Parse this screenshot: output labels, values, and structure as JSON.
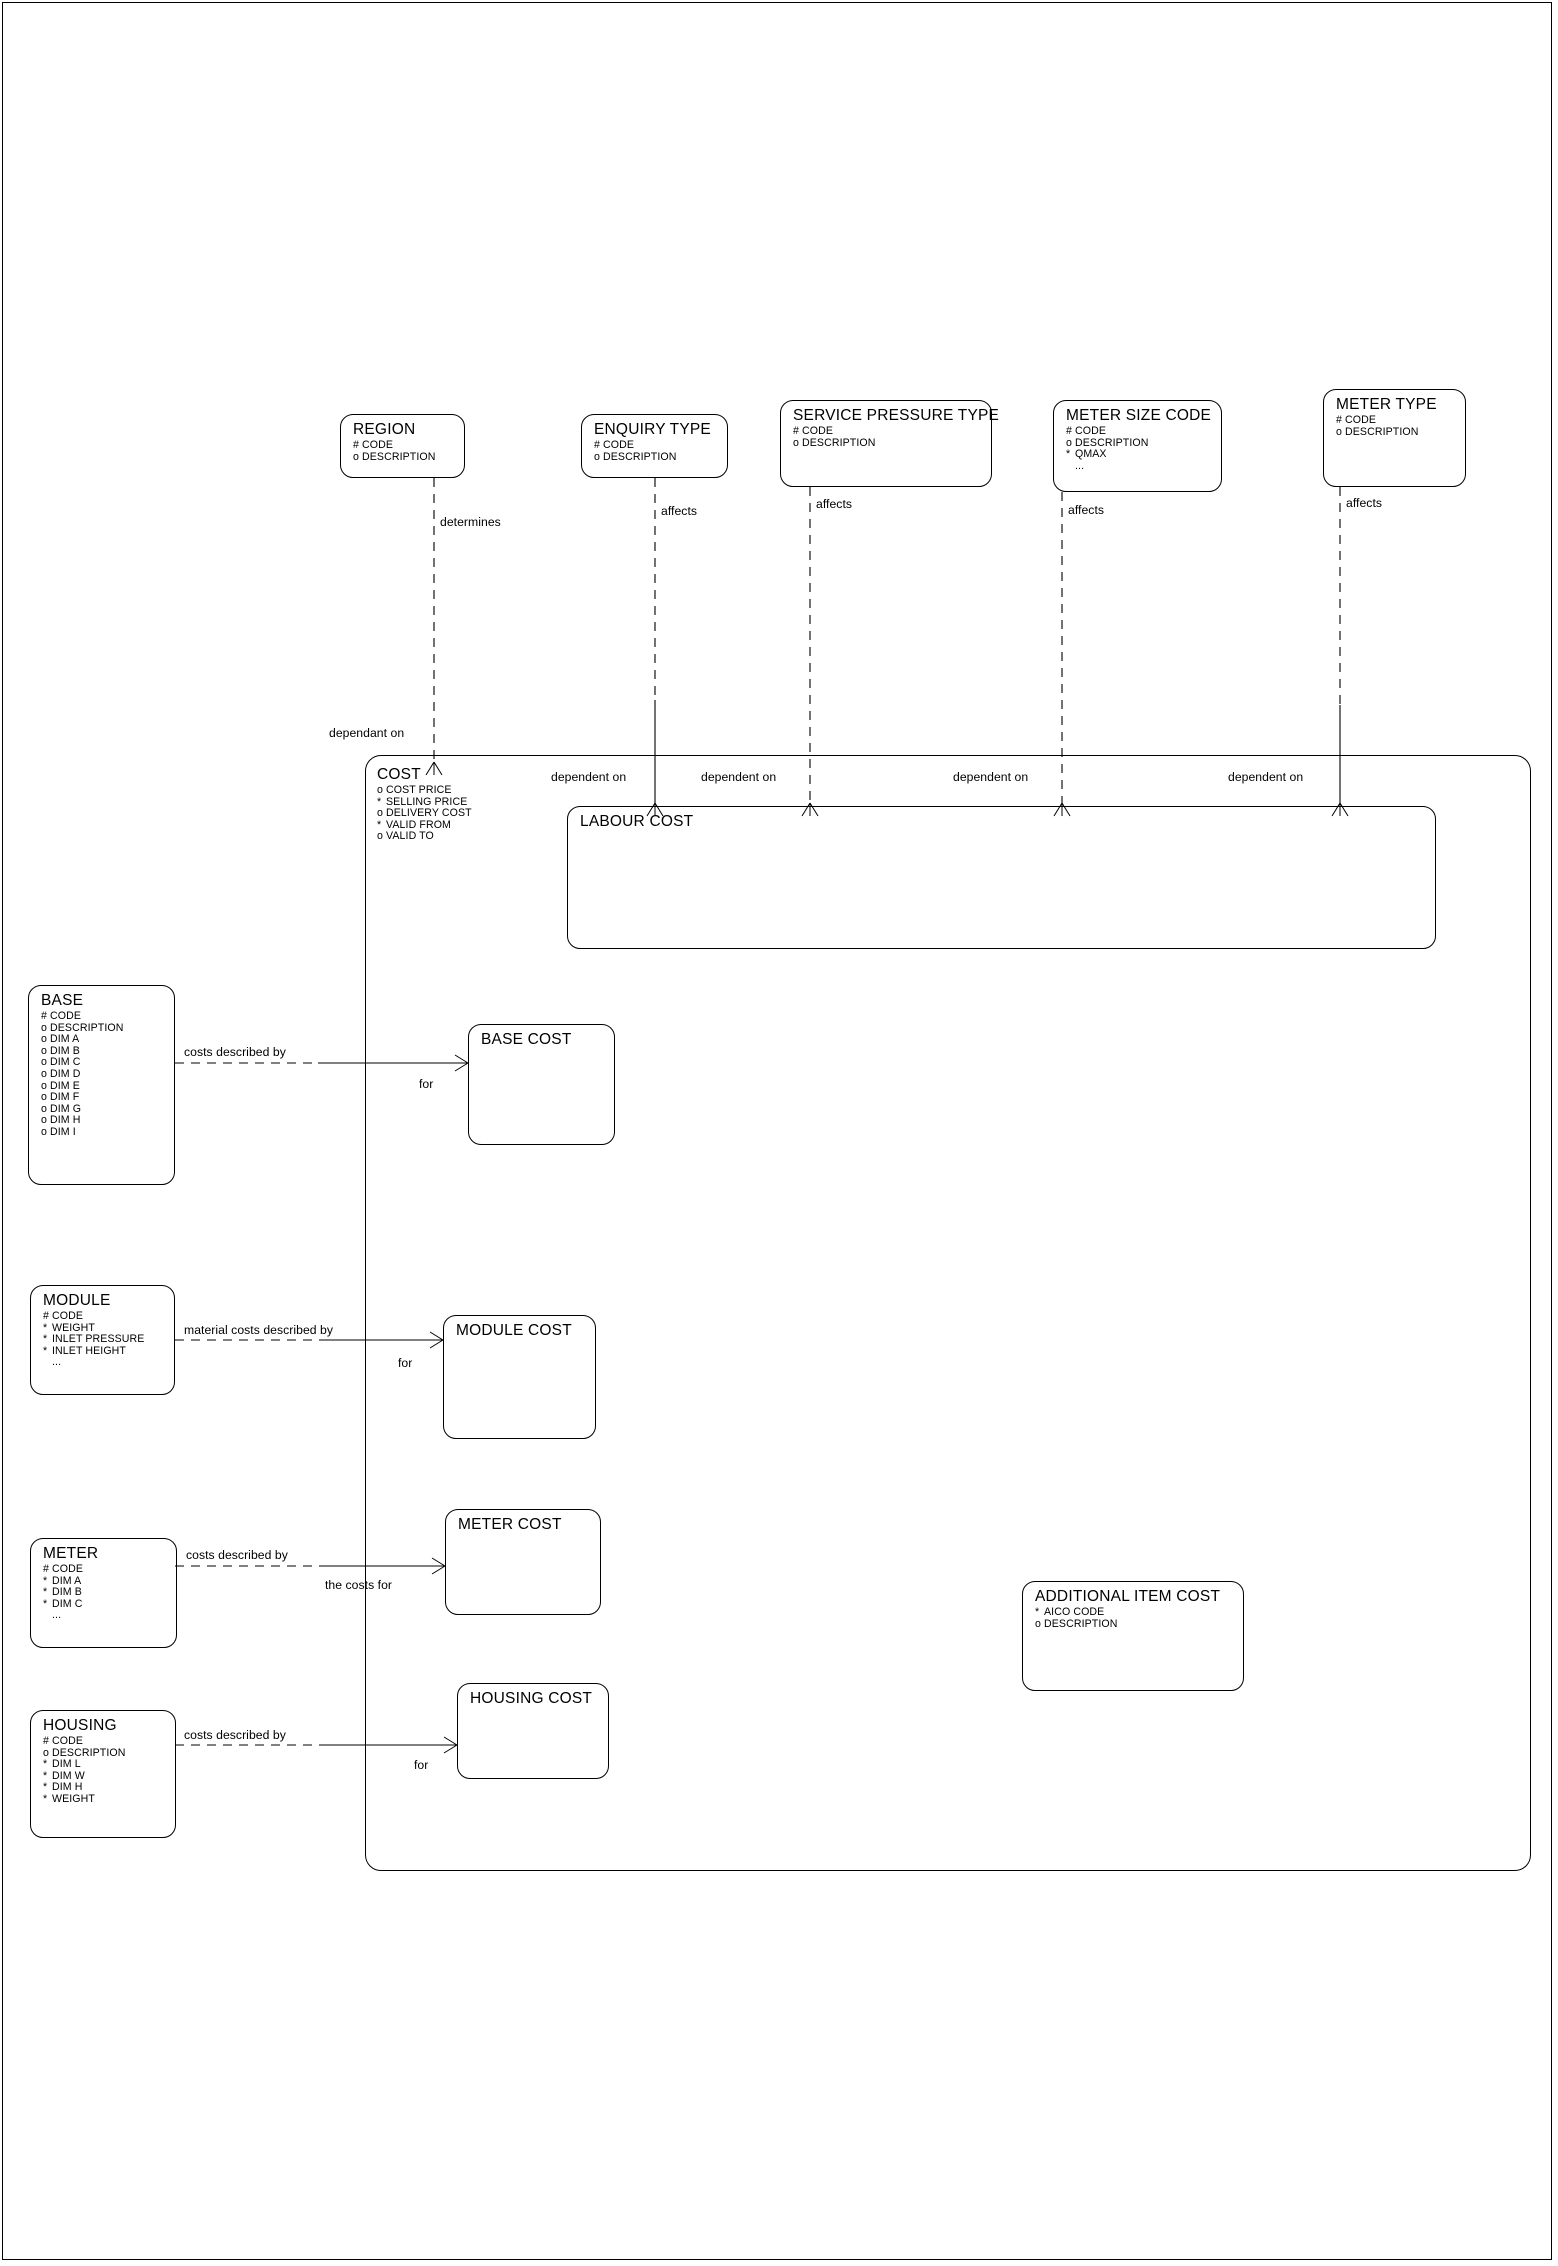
{
  "diagram": {
    "type": "entity-relationship-diagram",
    "notation": "barker",
    "background_color": "#ffffff",
    "line_color": "#000000"
  },
  "entities": [
    {
      "id": "region",
      "name": "REGION",
      "attributes": [
        {
          "mark": "#",
          "label": "CODE"
        },
        {
          "mark": "o",
          "label": "DESCRIPTION"
        }
      ]
    },
    {
      "id": "enquiry-type",
      "name": "ENQUIRY TYPE",
      "attributes": [
        {
          "mark": "#",
          "label": "CODE"
        },
        {
          "mark": "o",
          "label": "DESCRIPTION"
        }
      ]
    },
    {
      "id": "service-pressure-type",
      "name": "SERVICE PRESSURE TYPE",
      "attributes": [
        {
          "mark": "#",
          "label": "CODE"
        },
        {
          "mark": "o",
          "label": "DESCRIPTION"
        }
      ]
    },
    {
      "id": "meter-size-code",
      "name": "METER SIZE CODE",
      "attributes": [
        {
          "mark": "#",
          "label": "CODE"
        },
        {
          "mark": "o",
          "label": "DESCRIPTION"
        },
        {
          "mark": "*",
          "label": "QMAX"
        },
        {
          "mark": "",
          "label": "..."
        }
      ]
    },
    {
      "id": "meter-type",
      "name": "METER TYPE",
      "attributes": [
        {
          "mark": "#",
          "label": "CODE"
        },
        {
          "mark": "o",
          "label": "DESCRIPTION"
        }
      ]
    },
    {
      "id": "cost",
      "name": "COST",
      "attributes": [
        {
          "mark": "o",
          "label": "COST PRICE"
        },
        {
          "mark": "*",
          "label": "SELLING PRICE"
        },
        {
          "mark": "o",
          "label": "DELIVERY COST"
        },
        {
          "mark": "*",
          "label": "VALID FROM"
        },
        {
          "mark": "o",
          "label": "VALID TO"
        }
      ]
    },
    {
      "id": "labour-cost",
      "name": "LABOUR COST",
      "attributes": []
    },
    {
      "id": "base",
      "name": "BASE",
      "attributes": [
        {
          "mark": "#",
          "label": "CODE"
        },
        {
          "mark": "o",
          "label": "DESCRIPTION"
        },
        {
          "mark": "o",
          "label": "DIM A"
        },
        {
          "mark": "o",
          "label": "DIM B"
        },
        {
          "mark": "o",
          "label": "DIM C"
        },
        {
          "mark": "o",
          "label": "DIM D"
        },
        {
          "mark": "o",
          "label": "DIM E"
        },
        {
          "mark": "o",
          "label": "DIM F"
        },
        {
          "mark": "o",
          "label": "DIM G"
        },
        {
          "mark": "o",
          "label": "DIM H"
        },
        {
          "mark": "o",
          "label": "DIM I"
        }
      ]
    },
    {
      "id": "base-cost",
      "name": "BASE COST",
      "attributes": []
    },
    {
      "id": "module",
      "name": "MODULE",
      "attributes": [
        {
          "mark": "#",
          "label": "CODE"
        },
        {
          "mark": "*",
          "label": "WEIGHT"
        },
        {
          "mark": "*",
          "label": "INLET PRESSURE"
        },
        {
          "mark": "*",
          "label": "INLET HEIGHT"
        },
        {
          "mark": "",
          "label": "..."
        }
      ]
    },
    {
      "id": "module-cost",
      "name": "MODULE COST",
      "attributes": []
    },
    {
      "id": "meter",
      "name": "METER",
      "attributes": [
        {
          "mark": "#",
          "label": "CODE"
        },
        {
          "mark": "*",
          "label": "DIM A"
        },
        {
          "mark": "*",
          "label": "DIM B"
        },
        {
          "mark": "*",
          "label": "DIM C"
        },
        {
          "mark": "",
          "label": "..."
        }
      ]
    },
    {
      "id": "meter-cost",
      "name": "METER COST",
      "attributes": []
    },
    {
      "id": "housing",
      "name": "HOUSING",
      "attributes": [
        {
          "mark": "#",
          "label": "CODE"
        },
        {
          "mark": "o",
          "label": "DESCRIPTION"
        },
        {
          "mark": "*",
          "label": "DIM L"
        },
        {
          "mark": "*",
          "label": "DIM W"
        },
        {
          "mark": "*",
          "label": "DIM H"
        },
        {
          "mark": "*",
          "label": "WEIGHT"
        }
      ]
    },
    {
      "id": "housing-cost",
      "name": "HOUSING COST",
      "attributes": []
    },
    {
      "id": "additional-item-cost",
      "name": "ADDITIONAL ITEM COST",
      "attributes": [
        {
          "mark": "*",
          "label": "AICO CODE"
        },
        {
          "mark": "o",
          "label": "DESCRIPTION"
        }
      ]
    }
  ],
  "relationship_labels": {
    "determines": "determines",
    "affects_1": "affects",
    "affects_2": "affects",
    "affects_3": "affects",
    "affects_4": "affects",
    "dependant_on": "dependant on",
    "dependent_on_1": "dependent on",
    "dependent_on_2": "dependent on",
    "dependent_on_3": "dependent on",
    "dependent_on_4": "dependent on",
    "costs_described_by_base": "costs described by",
    "for_base": "for",
    "material_costs_described_by": "material costs described by",
    "for_module": "for",
    "costs_described_by_meter": "costs described by",
    "the_costs_for_meter": "the costs for",
    "costs_described_by_housing": "costs described by",
    "for_housing": "for"
  }
}
